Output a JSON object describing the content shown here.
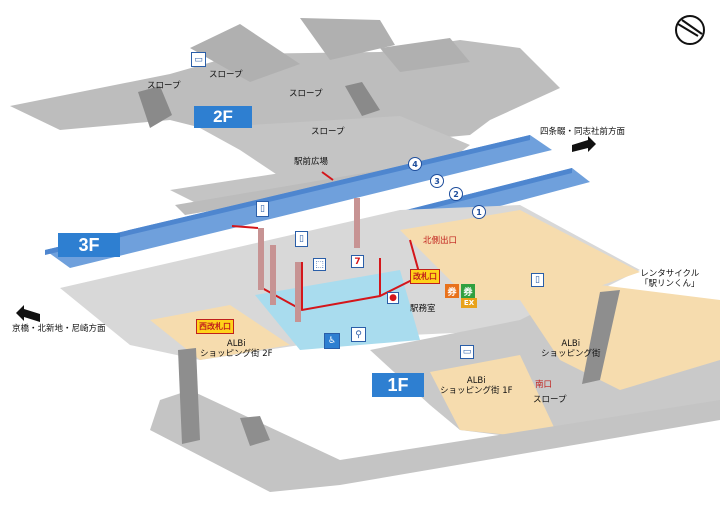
{
  "floors": {
    "f2": "2F",
    "f3": "3F",
    "f1": "1F"
  },
  "labels": {
    "slope_1": "スロープ",
    "slope_2": "スロープ",
    "slope_3": "スロープ",
    "slope_4": "スロープ",
    "slope_5": "スロープ",
    "station_square": "駅前広場",
    "north_exit": "北側出口",
    "station_office": "駅務室",
    "albi_2f": "ALBi\nショッピング街 2F",
    "albi_east": "ALBi\nショッピング街",
    "albi_1f": "ALBi\nショッピング街 1F",
    "south_exit": "南口",
    "direction_east": "四条畷・同志社前方面",
    "direction_west": "京橋・北新地・尼崎方面",
    "rental_cycle": "レンタサイクル\n「駅リンくん」",
    "east_gate": "改札口",
    "west_gate": "西改札口",
    "ticket_1": "券",
    "ticket_2": "券",
    "ex": "EX",
    "seven": "7"
  },
  "platforms": [
    "1",
    "2",
    "3",
    "4"
  ],
  "icons": [
    "train-front-icon",
    "bus-icon",
    "taxi-icon",
    "wheelchair-icon",
    "escalator-icon",
    "elevator-icon",
    "north-arrow-icon",
    "convenience-store-icon",
    "toilet-icon"
  ],
  "colors": {
    "platform": "#6fa0dc",
    "floor_gray": "#b7b7b7",
    "shop": "#f6dcae",
    "gate": "#ffd21a",
    "route": "#d4161b",
    "concourse": "#a9dcee"
  }
}
